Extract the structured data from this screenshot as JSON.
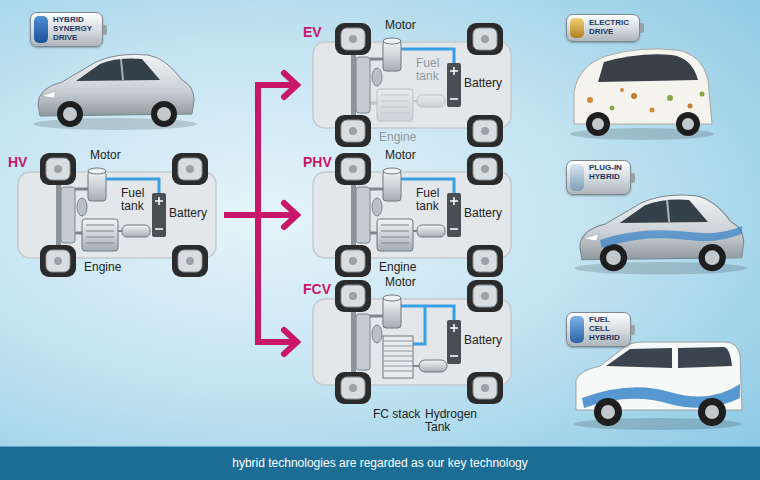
{
  "diagram": {
    "caption": "hybrid technologies are regarded as our key technology",
    "nodes": [
      {
        "text": [
          "HYBRID SYNERGY DRIVE"
        ]
      },
      {
        "text": [
          "EV",
          "Motor",
          "Fuel tank",
          "Battery",
          "Engine"
        ]
      },
      {
        "text": [
          "ELECTRIC DRIVE"
        ]
      },
      {
        "text": [
          "HV",
          "Motor",
          "Fuel tank",
          "Battery",
          "Engine"
        ]
      },
      {
        "text": [
          "PHV",
          "Motor",
          "Fuel tank",
          "Battery",
          "Engine"
        ]
      },
      {
        "text": [
          "PLUG-IN HYBRID"
        ]
      },
      {
        "text": [
          "FCV",
          "Motor",
          "Battery",
          "FC stack",
          "Hydrogen Tank"
        ]
      },
      {
        "text": [
          "FUEL CELL HYBRID"
        ]
      }
    ],
    "edges": [
      {
        "from": 3,
        "to": 1,
        "arrow": "to"
      },
      {
        "from": 3,
        "to": 4,
        "arrow": "to"
      },
      {
        "from": 3,
        "to": 6,
        "arrow": "to"
      }
    ]
  }
}
